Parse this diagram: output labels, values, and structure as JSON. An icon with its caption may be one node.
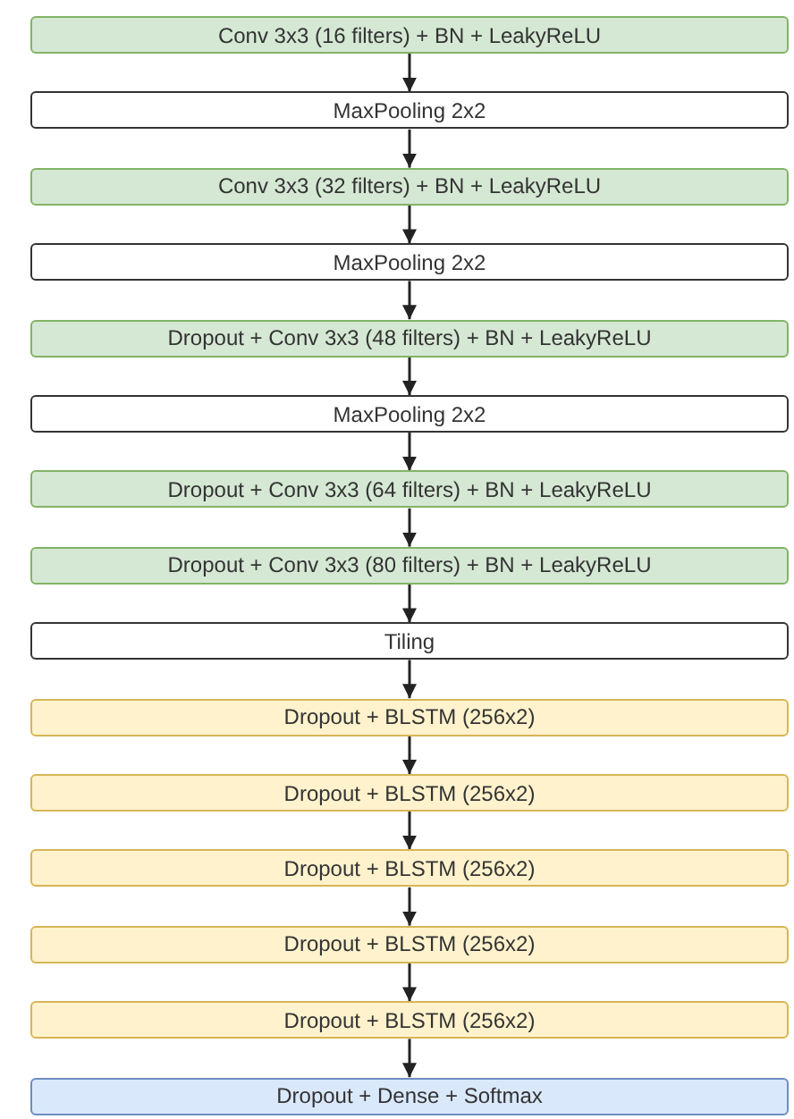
{
  "diagram": {
    "nodes": [
      {
        "text": [
          "Conv 3x3 (16 filters) + BN + LeakyReLU"
        ]
      },
      {
        "text": [
          "MaxPooling 2x2"
        ]
      },
      {
        "text": [
          "Conv 3x3 (32 filters) + BN + LeakyReLU"
        ]
      },
      {
        "text": [
          "MaxPooling 2x2"
        ]
      },
      {
        "text": [
          "Dropout + Conv 3x3 (48 filters) + BN + LeakyReLU"
        ]
      },
      {
        "text": [
          "MaxPooling 2x2"
        ]
      },
      {
        "text": [
          "Dropout + Conv 3x3 (64 filters) + BN + LeakyReLU"
        ]
      },
      {
        "text": [
          "Dropout + Conv 3x3 (80 filters) + BN + LeakyReLU"
        ]
      },
      {
        "text": [
          "Tiling"
        ]
      },
      {
        "text": [
          "Dropout + BLSTM (256x2)"
        ]
      },
      {
        "text": [
          "Dropout + BLSTM (256x2)"
        ]
      },
      {
        "text": [
          "Dropout + BLSTM (256x2)"
        ]
      },
      {
        "text": [
          "Dropout + BLSTM (256x2)"
        ]
      },
      {
        "text": [
          "Dropout + BLSTM (256x2)"
        ]
      },
      {
        "text": [
          "Dropout + Dense + Softmax"
        ]
      }
    ],
    "edges": [
      {
        "from": 0,
        "to": 1,
        "arrow": "to"
      },
      {
        "from": 1,
        "to": 2,
        "arrow": "to"
      },
      {
        "from": 2,
        "to": 3,
        "arrow": "to"
      },
      {
        "from": 3,
        "to": 4,
        "arrow": "to"
      },
      {
        "from": 4,
        "to": 5,
        "arrow": "to"
      },
      {
        "from": 5,
        "to": 6,
        "arrow": "to"
      },
      {
        "from": 6,
        "to": 7,
        "arrow": "to"
      },
      {
        "from": 7,
        "to": 8,
        "arrow": "to"
      },
      {
        "from": 8,
        "to": 9,
        "arrow": "to"
      },
      {
        "from": 9,
        "to": 10,
        "arrow": "to"
      },
      {
        "from": 10,
        "to": 11,
        "arrow": "to"
      },
      {
        "from": 11,
        "to": 12,
        "arrow": "to"
      },
      {
        "from": 12,
        "to": 13,
        "arrow": "to"
      },
      {
        "from": 13,
        "to": 14,
        "arrow": "to"
      }
    ]
  }
}
